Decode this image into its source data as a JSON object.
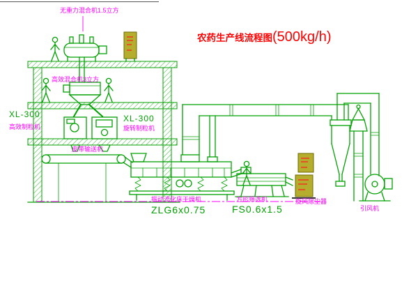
{
  "title": {
    "prefix": "农药生产线流程图",
    "capacity": "(500kg/h)"
  },
  "labels": {
    "top_mixer": "无重力混合机1.5立方",
    "floor_mixer": "高效混合机3立方",
    "granulator_left_model": "XL-300",
    "granulator_left_name": "高效制粒机",
    "granulator_right_model": "XL-300",
    "granulator_right_name": "旋转制粒机",
    "belt_conveyor": "皮带输送机",
    "dryer_name": "振动流化床干燥机",
    "dryer_model": "ZLG6x0.75",
    "sieve_name": "方形筛选机",
    "sieve_model": "FS0.6x1.5",
    "cyclone": "旋风除尘器",
    "fan": "引风机"
  },
  "icons": {
    "person": "person-icon",
    "control_panel": "control-panel"
  },
  "colors": {
    "line": "#00a000",
    "label": "#ff00ff",
    "title": "#ff0000",
    "panel": "#b5ad2e",
    "panel_border": "#6e6a00",
    "panel_text": "#ff2020",
    "centerline": "#ff00ff"
  }
}
